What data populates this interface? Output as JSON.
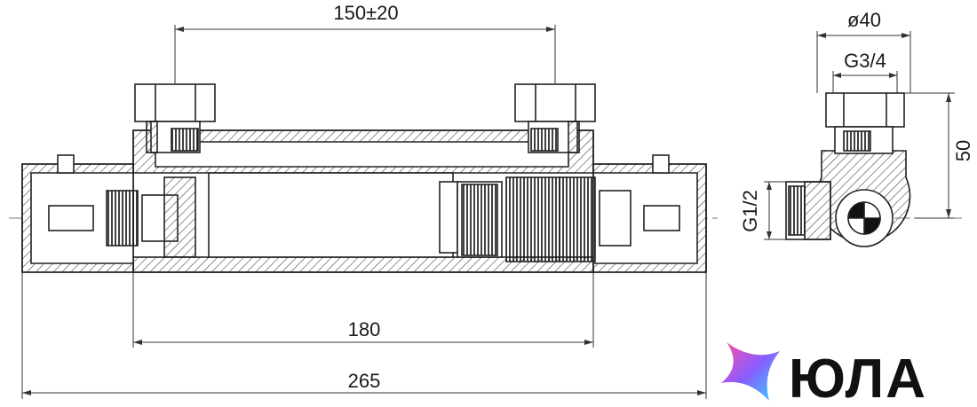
{
  "dimensions": {
    "spacing": "150±20",
    "inner_length": "180",
    "total_length": "265",
    "diameter": "ø40",
    "outlet_thread": "G3/4",
    "height": "50",
    "inlet_thread": "G1/2"
  },
  "logo": {
    "wordmark": "ЮЛА"
  },
  "colors": {
    "line": "#222222",
    "hatch": "#555555",
    "logo_gradient": [
      "#ff4fa3",
      "#8a5cff",
      "#2fd7ff"
    ]
  }
}
